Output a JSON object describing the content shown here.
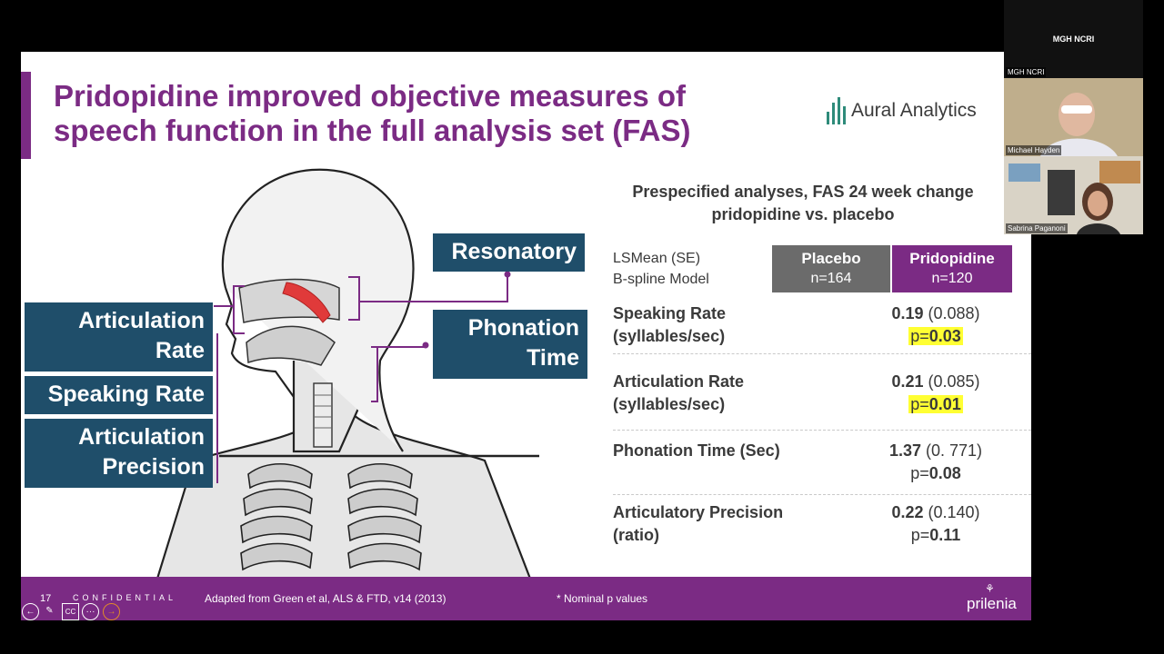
{
  "slide": {
    "title": "Pridopidine improved objective measures of speech function in the full analysis set (FAS)",
    "logo_text": "Aural Analytics",
    "figure_labels": {
      "articulation_rate": "Articulation Rate",
      "speaking_rate": "Speaking Rate",
      "articulation_precision": "Articulation Precision",
      "resonatory": "Resonatory",
      "phonation_time": "Phonation Time"
    },
    "heading": "Prespecified analyses, FAS 24 week change pridopidine vs. placebo",
    "lsmean_label": "LSMean (SE)",
    "model_label": "B-spline Model",
    "columns": [
      {
        "name": "Placebo",
        "n": "n=164",
        "color": "#6b6b6b"
      },
      {
        "name": "Pridopidine",
        "n": "n=120",
        "color": "#7b2b84"
      }
    ],
    "rows": [
      {
        "label": "Speaking Rate (syllables/sec)",
        "value": "0.19",
        "se": "(0.088)",
        "p_prefix": "p=",
        "p": "0.03",
        "highlight": true
      },
      {
        "label": "Articulation Rate (syllables/sec)",
        "value": "0.21",
        "se": "(0.085)",
        "p_prefix": "p=",
        "p": "0.01",
        "highlight": true
      },
      {
        "label": "Phonation Time (Sec)",
        "value": "1.37",
        "se": "(0. 771)",
        "p_prefix": "p=",
        "p": "0.08",
        "highlight": false
      },
      {
        "label": "Articulatory Precision (ratio)",
        "value": "0.22",
        "se": "(0.140)",
        "p_prefix": "p=",
        "p": "0.11",
        "highlight": false
      }
    ]
  },
  "footer": {
    "page": "17",
    "confidential": "CONFIDENTIAL",
    "source": "Adapted from Green et al, ALS & FTD, v14 (2013)",
    "nominal": "* Nominal p values",
    "brand": "prilenia"
  },
  "video": {
    "header": "MGH NCRI",
    "tile_label": "MGH NCRI",
    "participants": [
      "Michael Hayden",
      "Sabrina Paganoni"
    ]
  },
  "colors": {
    "accent": "#7b2b84",
    "label_box": "#1f4e6a",
    "highlight": "#ffff33"
  },
  "controls": [
    "back-icon",
    "pen-icon",
    "cc-icon",
    "more-icon",
    "forward-icon"
  ]
}
